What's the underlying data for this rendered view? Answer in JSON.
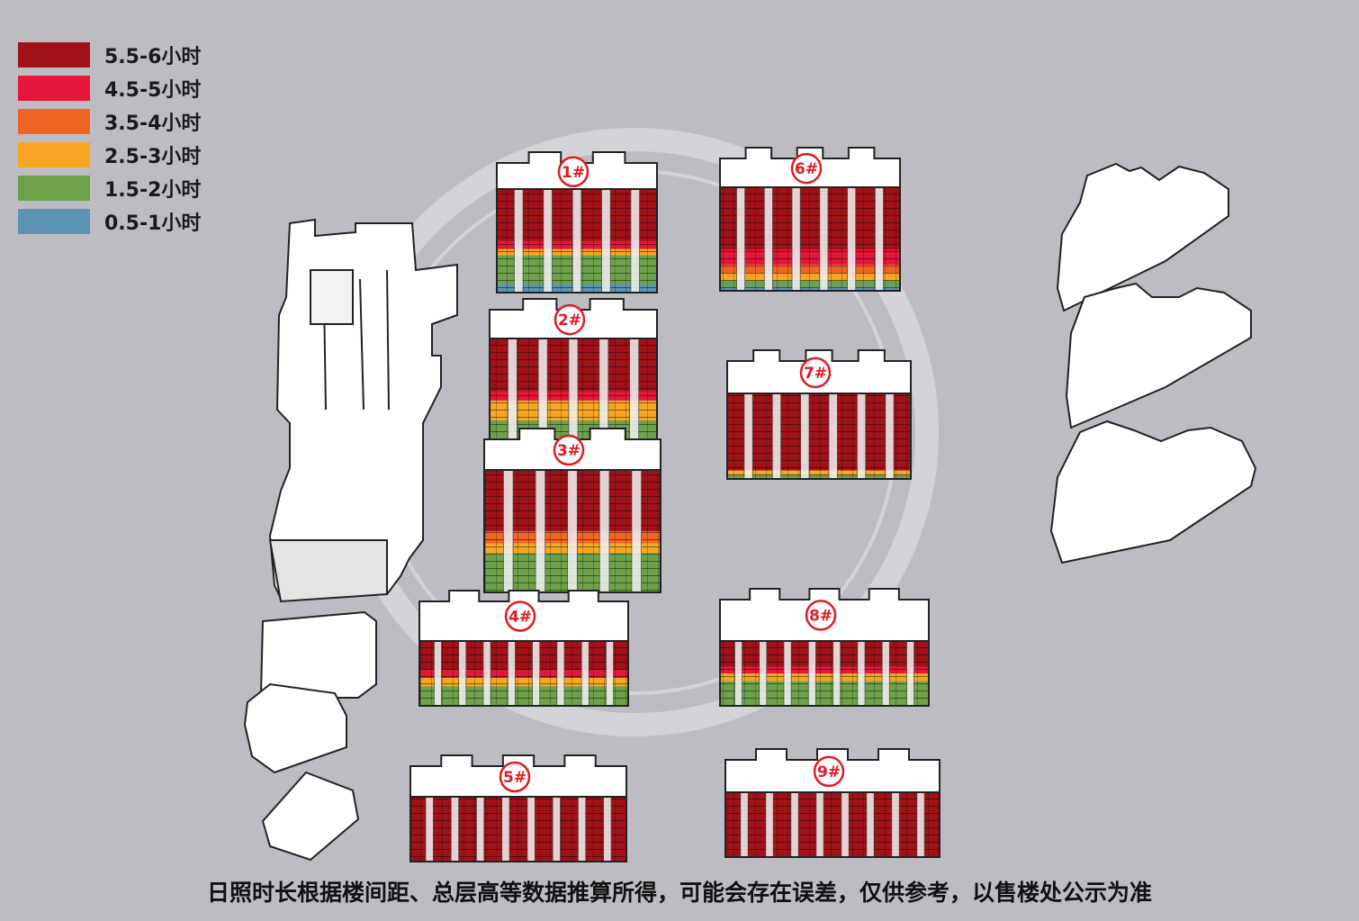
{
  "legend": [
    {
      "label": "5.5-6小时",
      "color": "#a11218"
    },
    {
      "label": "4.5-5小时",
      "color": "#e4173a"
    },
    {
      "label": "3.5-4小时",
      "color": "#f16524"
    },
    {
      "label": "2.5-3小时",
      "color": "#f6a623"
    },
    {
      "label": "1.5-2小时",
      "color": "#6da24a"
    },
    {
      "label": "0.5-1小时",
      "color": "#5b93b5"
    }
  ],
  "footer": "日照时长根据楼间距、总层高等数据推算所得，可能会存在误差，仅供参考，以售楼处公示为准",
  "buildings": [
    {
      "id": "b1",
      "label": "1#",
      "bands": [
        {
          "c": 0,
          "f": 0.5
        },
        {
          "c": 1,
          "f": 0.08
        },
        {
          "c": 3,
          "f": 0.06
        },
        {
          "c": 4,
          "f": 0.28
        },
        {
          "c": 5,
          "f": 0.08
        }
      ]
    },
    {
      "id": "b2",
      "label": "2#",
      "bands": [
        {
          "c": 0,
          "f": 0.45
        },
        {
          "c": 1,
          "f": 0.08
        },
        {
          "c": 3,
          "f": 0.17
        },
        {
          "c": 4,
          "f": 0.3
        }
      ]
    },
    {
      "id": "b3",
      "label": "3#",
      "bands": [
        {
          "c": 0,
          "f": 0.5
        },
        {
          "c": 2,
          "f": 0.1
        },
        {
          "c": 3,
          "f": 0.08
        },
        {
          "c": 4,
          "f": 0.32
        }
      ]
    },
    {
      "id": "b4",
      "label": "4#",
      "bands": [
        {
          "c": 0,
          "f": 0.45
        },
        {
          "c": 1,
          "f": 0.12
        },
        {
          "c": 3,
          "f": 0.13
        },
        {
          "c": 4,
          "f": 0.3
        }
      ]
    },
    {
      "id": "b5",
      "label": "5#",
      "bands": [
        {
          "c": 0,
          "f": 1.0
        }
      ]
    },
    {
      "id": "b6",
      "label": "6#",
      "bands": [
        {
          "c": 0,
          "f": 0.6
        },
        {
          "c": 1,
          "f": 0.15
        },
        {
          "c": 2,
          "f": 0.08
        },
        {
          "c": 3,
          "f": 0.07
        },
        {
          "c": 4,
          "f": 0.06
        },
        {
          "c": 5,
          "f": 0.04
        }
      ]
    },
    {
      "id": "b7",
      "label": "7#",
      "bands": [
        {
          "c": 0,
          "f": 0.9
        },
        {
          "c": 3,
          "f": 0.05
        },
        {
          "c": 4,
          "f": 0.05
        }
      ]
    },
    {
      "id": "b8",
      "label": "8#",
      "bands": [
        {
          "c": 0,
          "f": 0.4
        },
        {
          "c": 1,
          "f": 0.1
        },
        {
          "c": 3,
          "f": 0.12
        },
        {
          "c": 4,
          "f": 0.38
        }
      ]
    },
    {
      "id": "b9",
      "label": "9#",
      "bands": [
        {
          "c": 0,
          "f": 1.0
        }
      ]
    }
  ]
}
